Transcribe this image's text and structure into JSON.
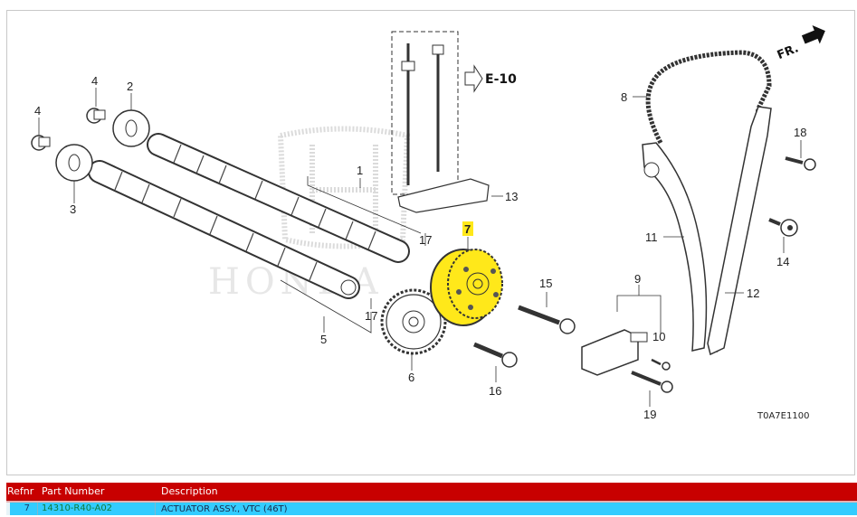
{
  "diagram": {
    "ref_code": "T0A7E1100",
    "direction_label": "FR.",
    "cross_ref": "E-10",
    "highlight_color": "#ffe81a",
    "highlighted_ref": "7",
    "watermark": "HONDA",
    "callouts": {
      "c1": "1",
      "c2": "2",
      "c3": "3",
      "c4a": "4",
      "c4b": "4",
      "c5": "5",
      "c6": "6",
      "c7": "7",
      "c8": "8",
      "c9": "9",
      "c10": "10",
      "c11": "11",
      "c12": "12",
      "c13": "13",
      "c14": "14",
      "c15": "15",
      "c16": "16",
      "c17a": "17",
      "c17b": "17",
      "c18": "18",
      "c19": "19"
    }
  },
  "parts_table": {
    "header_color": "#c80000",
    "selected_row_color": "#33ccff",
    "columns": [
      "Refnr",
      "Part Number",
      "Description"
    ],
    "rows": [
      {
        "refnr": "7",
        "part_number": "14310-R40-A02",
        "description": "ACTUATOR ASSY., VTC (46T)"
      }
    ]
  }
}
